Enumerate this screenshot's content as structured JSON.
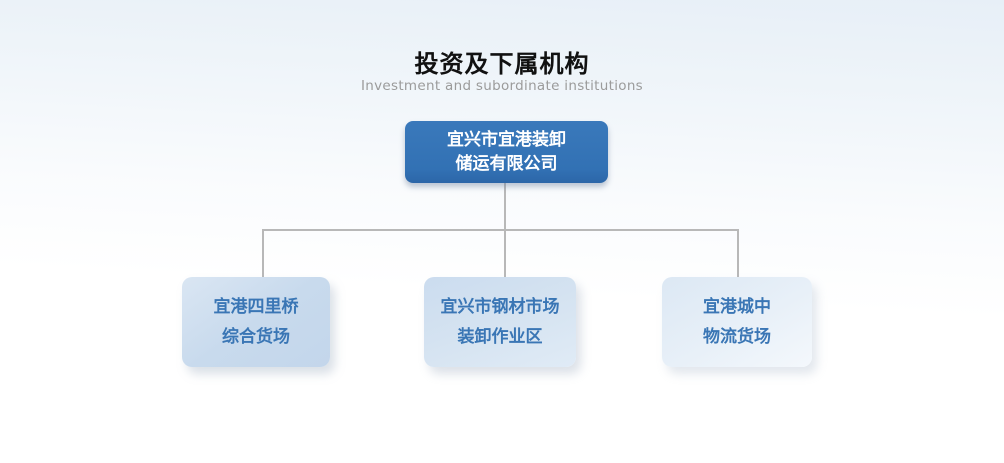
{
  "header": {
    "title": "投资及下属机构",
    "subtitle": "Investment and subordinate institutions"
  },
  "org_chart": {
    "type": "org-tree",
    "root": {
      "name": "宜兴市宜港装卸储运有限公司",
      "line1": "宜兴市宜港装卸",
      "line2": "储运有限公司"
    },
    "children": [
      {
        "name": "宜港四里桥综合货场",
        "line1": "宜港四里桥",
        "line2": "综合货场"
      },
      {
        "name": "宜兴市钢材市场装卸作业区",
        "line1": "宜兴市钢材市场",
        "line2": "装卸作业区"
      },
      {
        "name": "宜港城中物流货场",
        "line1": "宜港城中",
        "line2": "物流货场"
      }
    ]
  },
  "colors": {
    "background_top": "#e7eff7",
    "background_bottom": "#ffffff",
    "root_box_bg": "#3473b6",
    "root_box_text": "#ffffff",
    "child_box_bg_dark": "#c6d8ec",
    "child_box_bg_light": "#f4f8fc",
    "child_box_text": "#3a76b5",
    "connector": "#b8b8b8",
    "title_text": "#111111",
    "subtitle_text": "#9b9b9b"
  }
}
